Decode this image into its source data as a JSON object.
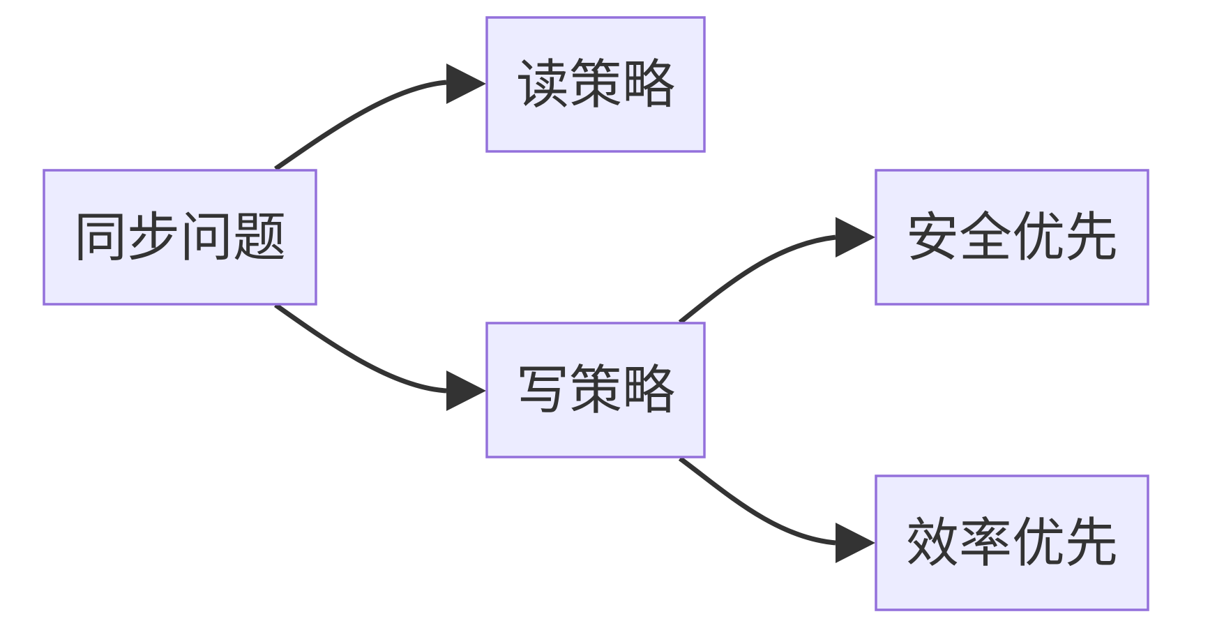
{
  "diagram": {
    "type": "flowchart",
    "direction": "LR",
    "colors": {
      "node_fill": "#ECECFF",
      "node_border": "#9370DB",
      "text": "#333333",
      "edge": "#333333",
      "background": "#FFFFFF"
    },
    "nodes": [
      {
        "id": "sync",
        "label": "同步问题"
      },
      {
        "id": "read",
        "label": "读策略"
      },
      {
        "id": "write",
        "label": "写策略"
      },
      {
        "id": "safety",
        "label": "安全优先"
      },
      {
        "id": "efficiency",
        "label": "效率优先"
      }
    ],
    "edges": [
      {
        "from": "sync",
        "to": "read"
      },
      {
        "from": "sync",
        "to": "write"
      },
      {
        "from": "write",
        "to": "safety"
      },
      {
        "from": "write",
        "to": "efficiency"
      }
    ]
  }
}
